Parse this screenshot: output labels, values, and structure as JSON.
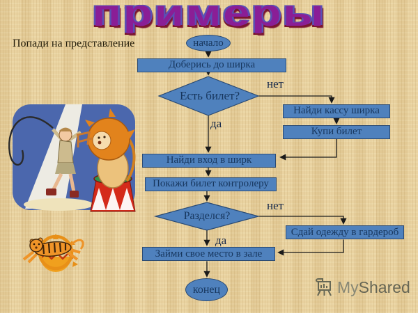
{
  "title": "примеры",
  "subtitle": "Попади на представление",
  "flowchart": {
    "nodes": [
      {
        "id": "start",
        "type": "terminator",
        "label": "начало"
      },
      {
        "id": "p1",
        "type": "process",
        "label": "Доберись до ширка"
      },
      {
        "id": "d1",
        "type": "decision",
        "label": "Есть билет?"
      },
      {
        "id": "p2",
        "type": "process",
        "label": "Найди кассу ширка"
      },
      {
        "id": "p3",
        "type": "process",
        "label": "Купи билет"
      },
      {
        "id": "p4",
        "type": "process",
        "label": "Найди вход в ширк"
      },
      {
        "id": "p5",
        "type": "process",
        "label": "Покажи билет контролеру"
      },
      {
        "id": "d2",
        "type": "decision",
        "label": "Разделся?"
      },
      {
        "id": "p6",
        "type": "process",
        "label": "Сдай одежду в гардероб"
      },
      {
        "id": "p7",
        "type": "process",
        "label": "Займи свое место в зале"
      },
      {
        "id": "end",
        "type": "terminator",
        "label": "конец"
      }
    ],
    "branch_labels": {
      "yes": "да",
      "no": "нет"
    }
  },
  "illustrations": {
    "lion_tamer": "circus-trainer-with-lion-on-pedestal",
    "tiger": "tiger-jumping-through-ring-of-fire"
  },
  "watermark": {
    "my": "My",
    "shared": "Shared",
    "icon": "easel-chart-icon"
  },
  "colors": {
    "background": "#e7cf9c",
    "node_fill": "#4f81bd",
    "node_border": "#2a4a73",
    "node_text": "#17365d",
    "title_fill": "#8a1e96",
    "title_outline": "#5a50b4",
    "title_shadow": "#7a1630",
    "connector": "#1a1a1a",
    "watermark_gray": "#55584b"
  }
}
